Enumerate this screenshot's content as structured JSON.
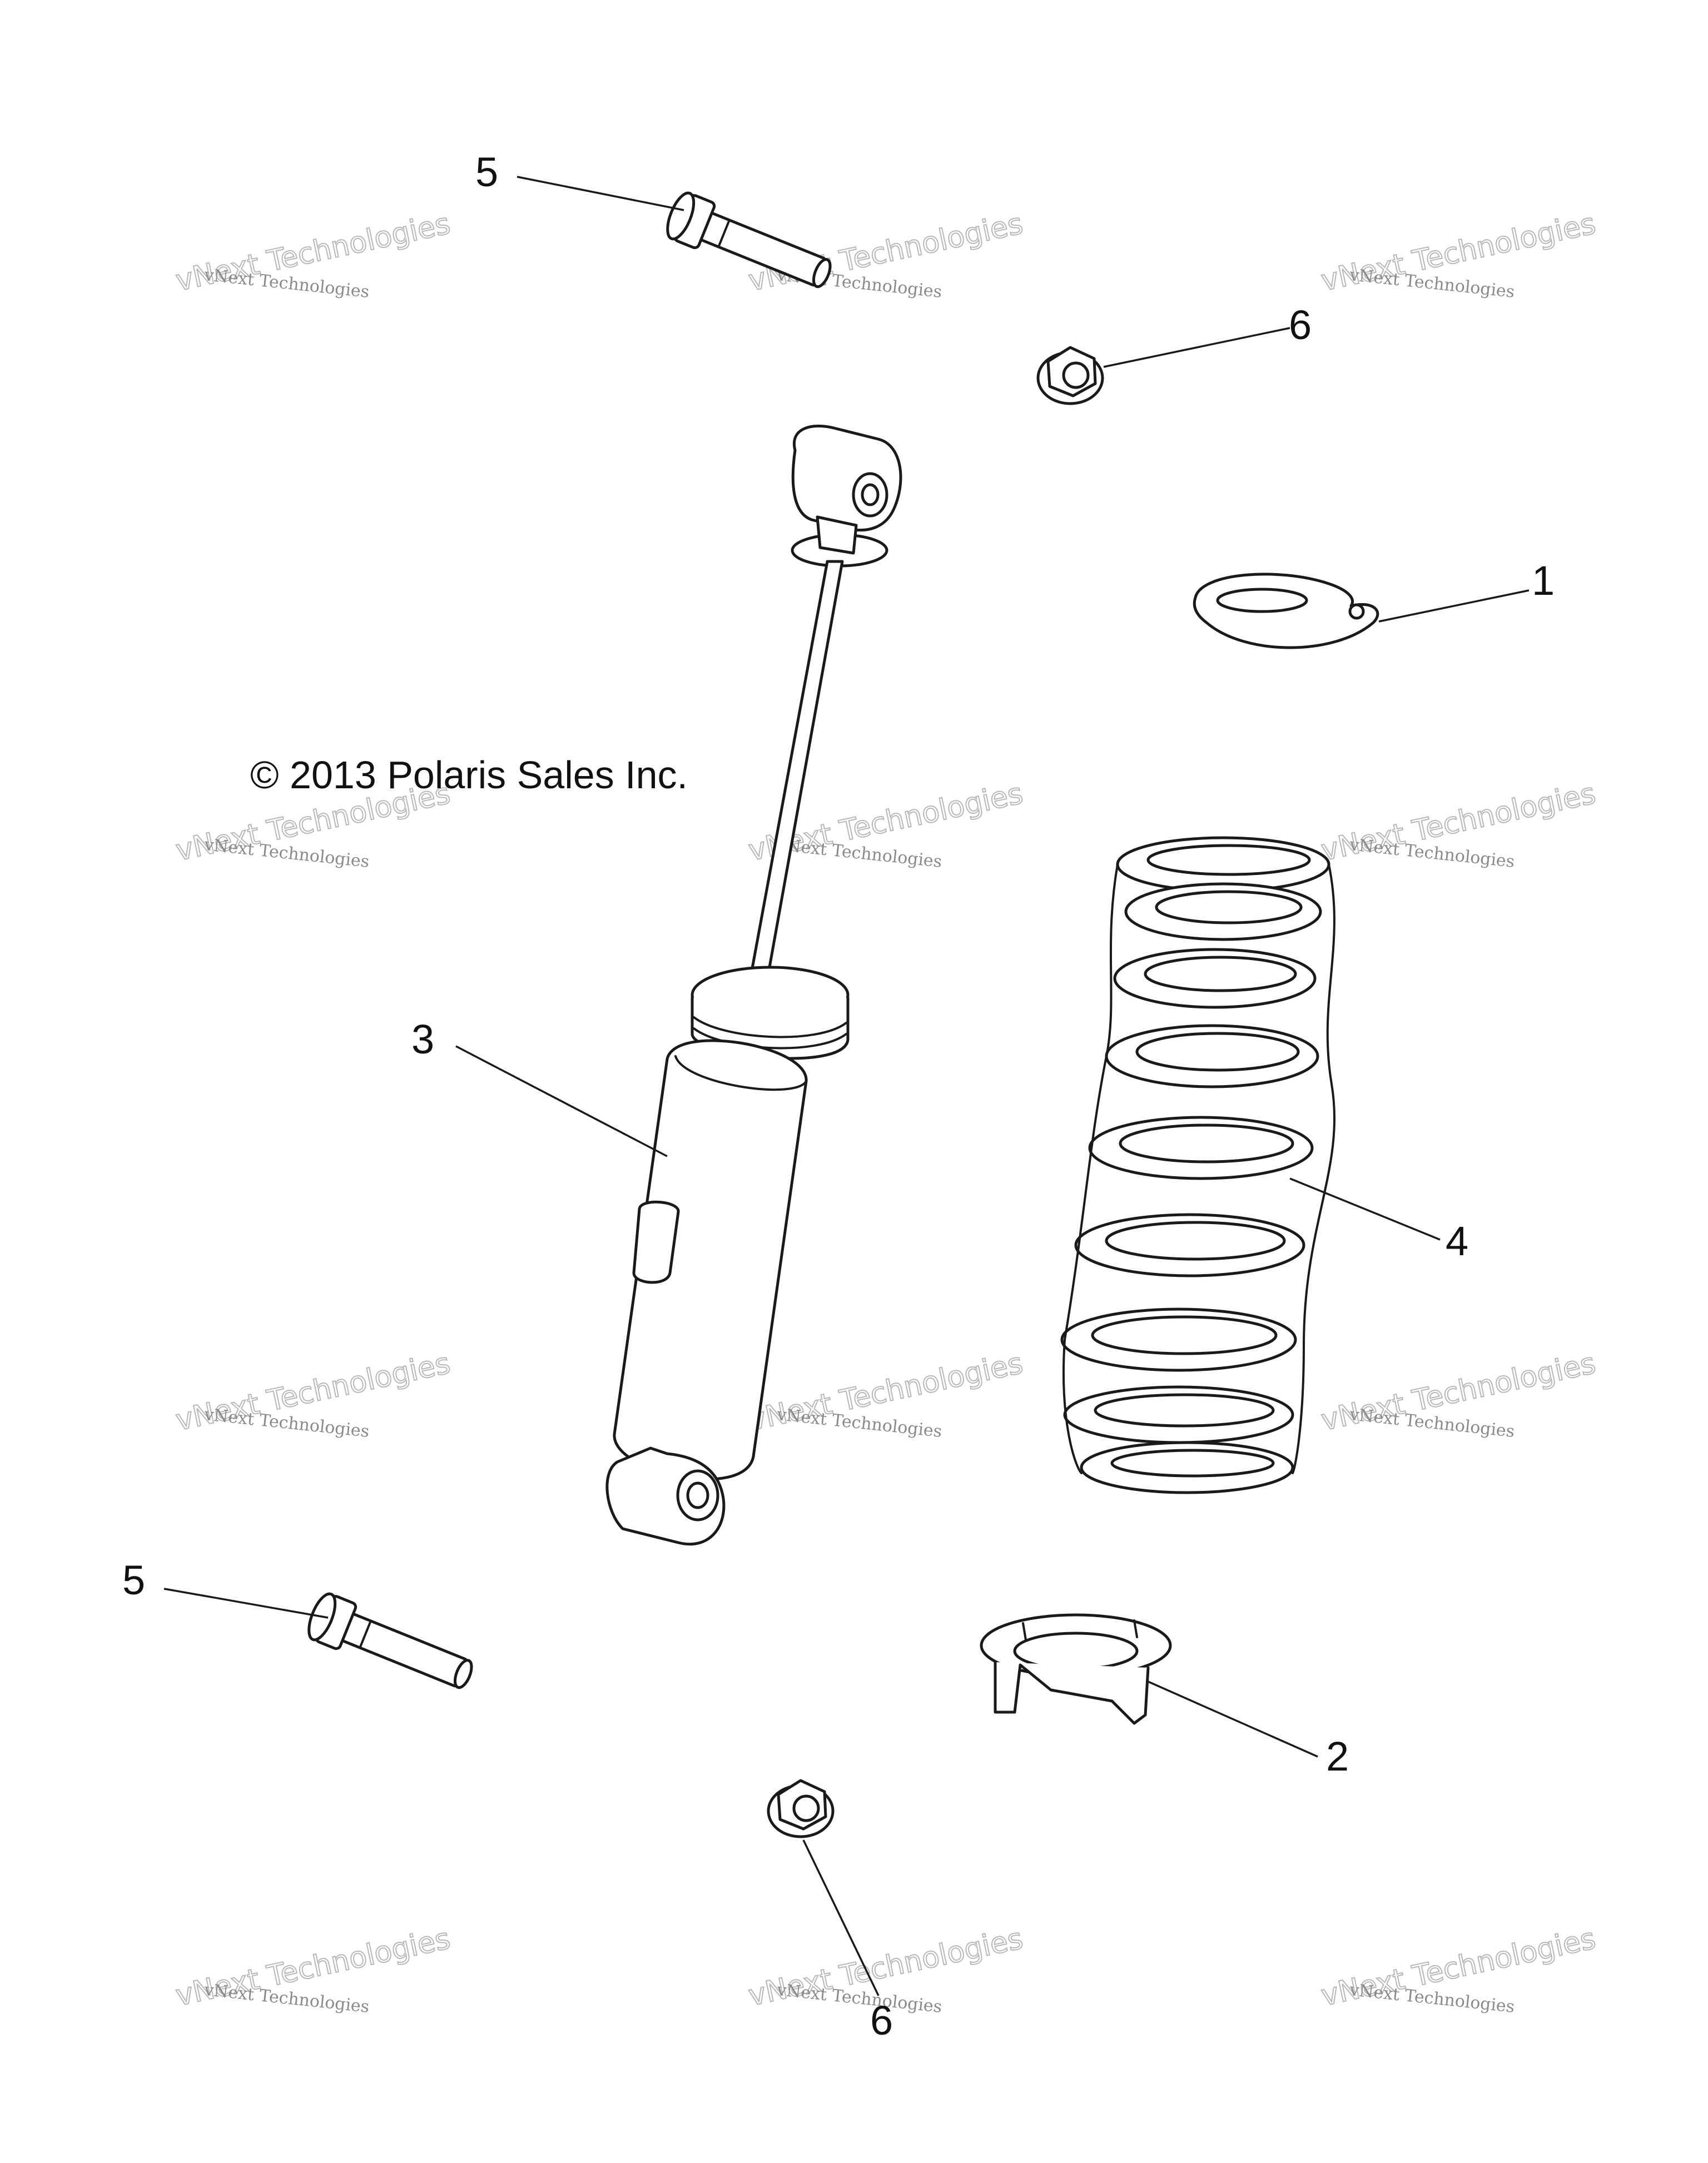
{
  "diagram": {
    "copyright": "© 2013 Polaris Sales Inc.",
    "watermark": {
      "line1": "vNext Technologies",
      "line2a": "vNext",
      "line2b": "Technologies"
    },
    "callouts": [
      "1",
      "2",
      "3",
      "4",
      "5",
      "5",
      "6",
      "6"
    ]
  }
}
